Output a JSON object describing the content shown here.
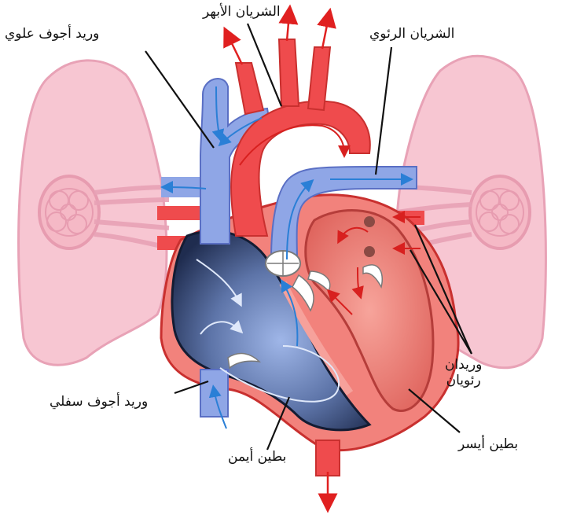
{
  "labels": {
    "aorta": "الشريان الأبهر",
    "superior_vena_cava": "وريد أجوف علوي",
    "pulmonary_artery": "الشريان الرئوي",
    "pulmonary_veins_line1": "وريدان",
    "pulmonary_veins_line2": "رئويان",
    "inferior_vena_cava": "وريد أجوف سفلي",
    "left_ventricle": "بطين أيسر",
    "right_ventricle": "بطين أيمن"
  },
  "colors": {
    "lung_fill": "#f7c6d2",
    "lung_stroke": "#e8a2b6",
    "oxygenated": "#ef4b4d",
    "oxygenated_dark": "#c9302f",
    "deoxygenated": "#8fa6e6",
    "deoxygenated_dark": "#5a6fc4",
    "heart_wall": "#f2827c",
    "ventricle_dark": "#2b3a63",
    "flow_arrow_blue": "#2a7fd6",
    "flow_arrow_red": "#c62222",
    "leader_line": "#111111"
  }
}
